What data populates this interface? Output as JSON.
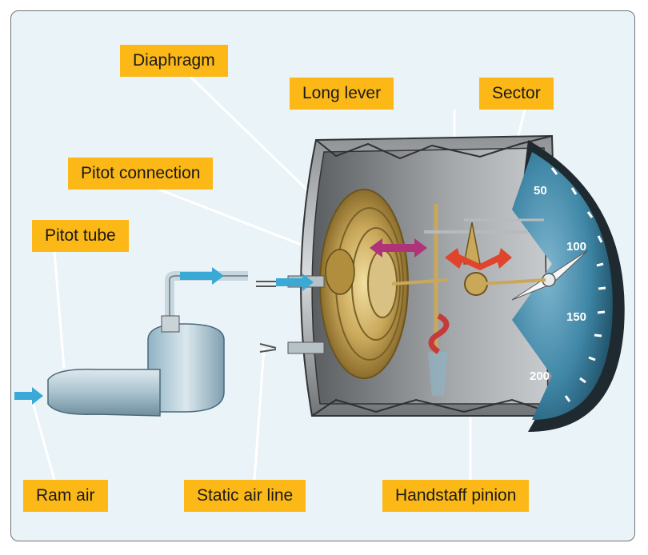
{
  "labels": {
    "diaphragm": "Diaphragm",
    "long_lever": "Long lever",
    "sector": "Sector",
    "pitot_connection": "Pitot connection",
    "pitot_tube": "Pitot tube",
    "ram_air": "Ram air",
    "static_air_line": "Static air line",
    "handstaff_pinion": "Handstaff pinion"
  },
  "dial": {
    "n50": "50",
    "n100": "100",
    "n150": "150",
    "n200": "200"
  },
  "colors": {
    "label_bg": "#fbb817",
    "panel_bg": "#eaf3f8",
    "dial_face": "#3f86a6",
    "air_arrow": "#3aa9d6",
    "diaphragm": "#c9a85a",
    "motion_arrow_purple": "#b0337a",
    "motion_arrow_red": "#e0442c"
  }
}
